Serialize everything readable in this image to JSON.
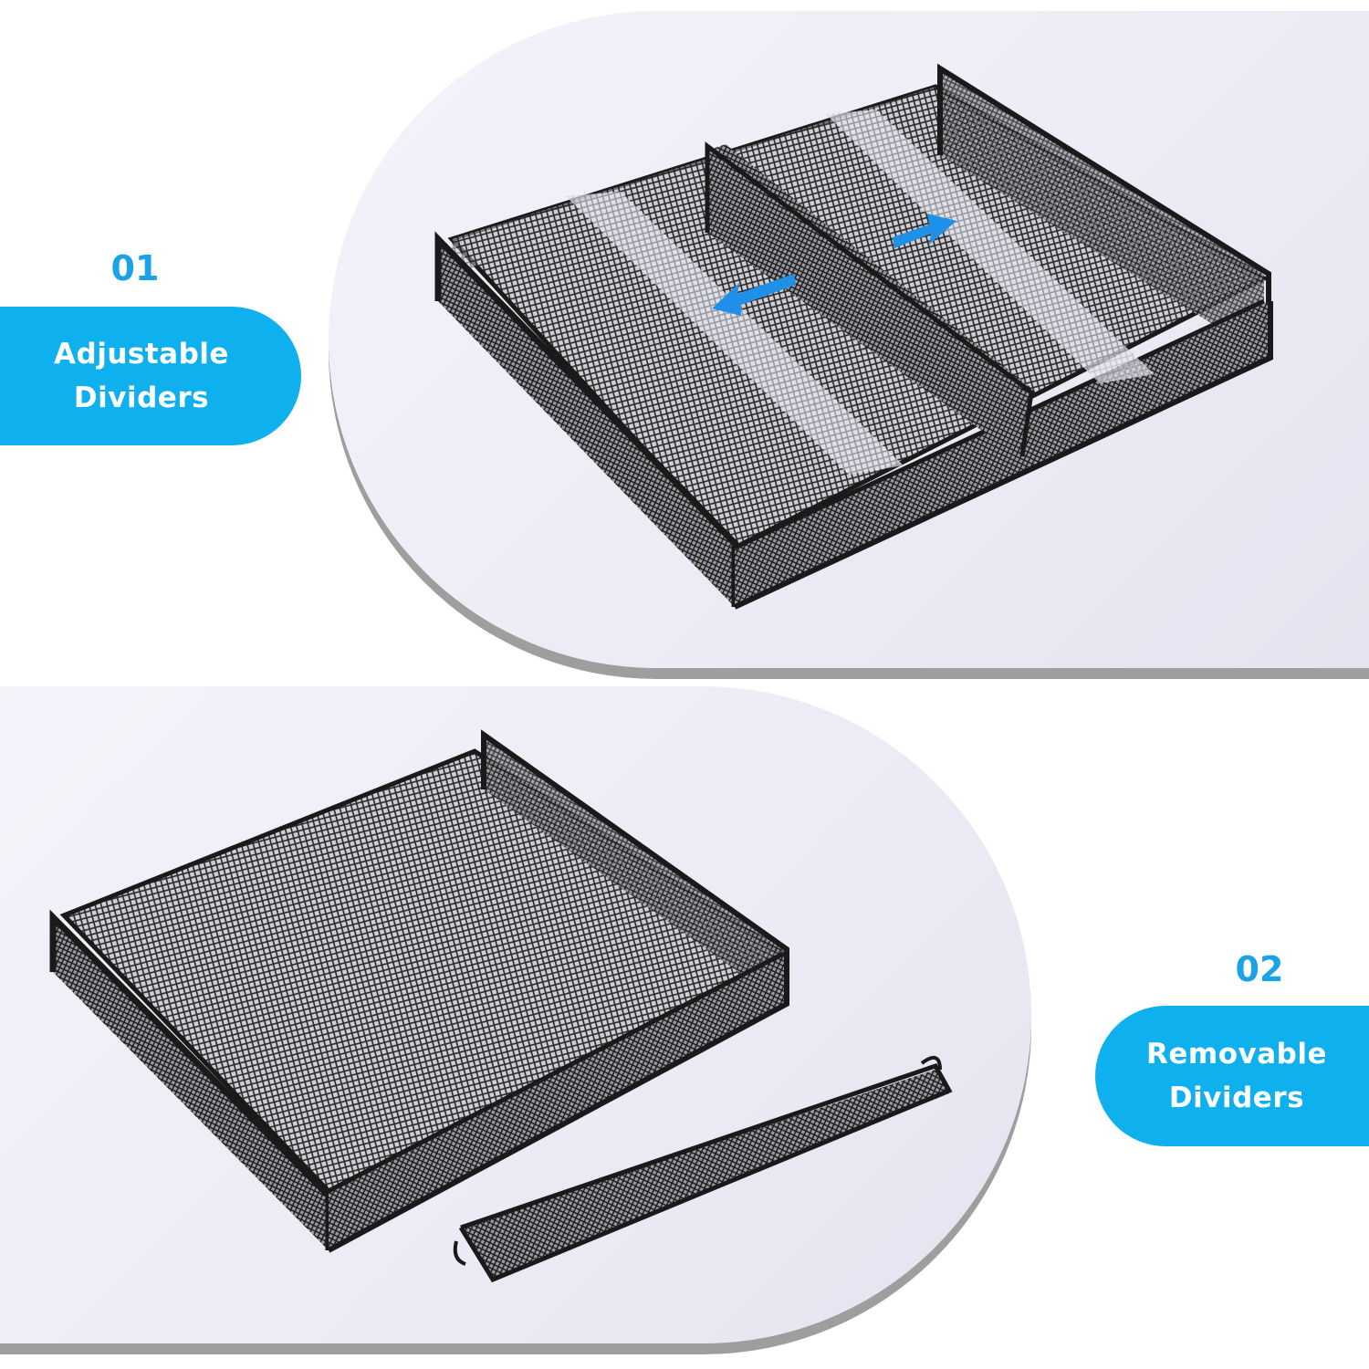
{
  "features": [
    {
      "number": "01",
      "line1": "Adjustable",
      "line2": "Dividers"
    },
    {
      "number": "02",
      "line1": "Removable",
      "line2": "Dividers"
    }
  ],
  "colors": {
    "accent": "#0fb0ee",
    "number": "#1aa3e6",
    "panel": "#ebebf5",
    "shadow": "#9e9e9e",
    "frame": "#1a1a1a",
    "arrow": "#1e90e8"
  },
  "icons": [
    "double-arrow-icon"
  ]
}
